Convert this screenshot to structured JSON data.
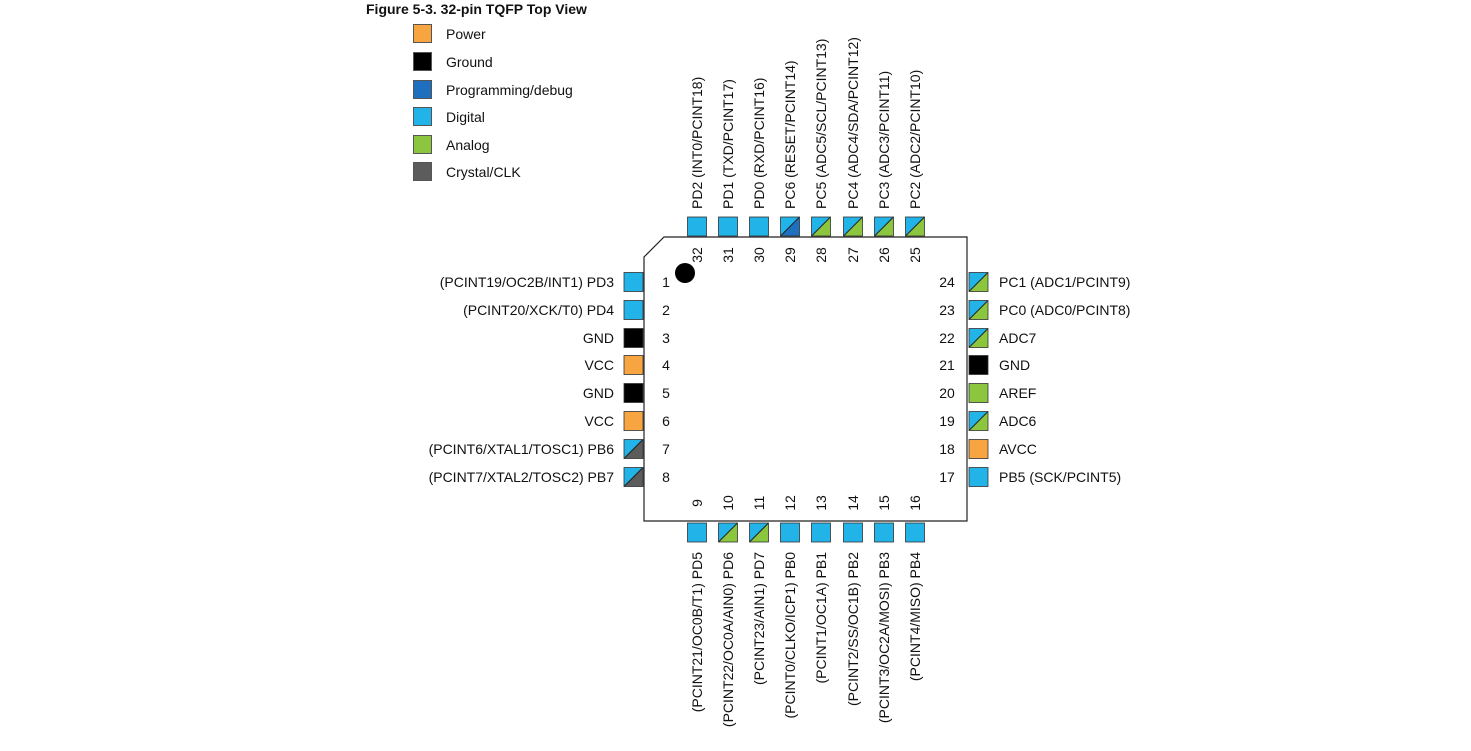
{
  "figure": {
    "title": "Figure 5-3. 32-pin TQFP Top View"
  },
  "legend": [
    {
      "label": "Power",
      "color": "#F7A541"
    },
    {
      "label": "Ground",
      "color": "#000000"
    },
    {
      "label": "Programming/debug",
      "color": "#1F6FBF"
    },
    {
      "label": "Digital",
      "color": "#22B4E8"
    },
    {
      "label": "Analog",
      "color": "#8CC63F"
    },
    {
      "label": "Crystal/CLK",
      "color": "#5C5C5C"
    }
  ],
  "colors": {
    "power": "#F7A541",
    "ground": "#000000",
    "programming": "#1F6FBF",
    "digital": "#22B4E8",
    "analog": "#8CC63F",
    "crystal": "#5C5C5C"
  },
  "pins": {
    "left": [
      {
        "number": "1",
        "label": "(PCINT19/OC2B/INT1) PD3",
        "fill": [
          "digital"
        ]
      },
      {
        "number": "2",
        "label": "(PCINT20/XCK/T0) PD4",
        "fill": [
          "digital"
        ]
      },
      {
        "number": "3",
        "label": "GND",
        "fill": [
          "ground"
        ]
      },
      {
        "number": "4",
        "label": "VCC",
        "fill": [
          "power"
        ]
      },
      {
        "number": "5",
        "label": "GND",
        "fill": [
          "ground"
        ]
      },
      {
        "number": "6",
        "label": "VCC",
        "fill": [
          "power"
        ]
      },
      {
        "number": "7",
        "label": "(PCINT6/XTAL1/TOSC1) PB6",
        "fill": [
          "digital",
          "crystal"
        ]
      },
      {
        "number": "8",
        "label": "(PCINT7/XTAL2/TOSC2) PB7",
        "fill": [
          "digital",
          "crystal"
        ]
      }
    ],
    "bottom": [
      {
        "number": "9",
        "label": "(PCINT21/OC0B/T1) PD5",
        "fill": [
          "digital"
        ]
      },
      {
        "number": "10",
        "label": "(PCINT22/OC0A/AIN0) PD6",
        "fill": [
          "digital",
          "analog"
        ]
      },
      {
        "number": "11",
        "label": "(PCINT23/AIN1) PD7",
        "fill": [
          "digital",
          "analog"
        ]
      },
      {
        "number": "12",
        "label": "(PCINT0/CLKO/ICP1) PB0",
        "fill": [
          "digital"
        ]
      },
      {
        "number": "13",
        "label": "(PCINT1/OC1A) PB1",
        "fill": [
          "digital"
        ]
      },
      {
        "number": "14",
        "label": "(PCINT2/SS/OC1B) PB2",
        "fill": [
          "digital"
        ]
      },
      {
        "number": "15",
        "label": "(PCINT3/OC2A/MOSI) PB3",
        "fill": [
          "digital"
        ]
      },
      {
        "number": "16",
        "label": "(PCINT4/MISO) PB4",
        "fill": [
          "digital"
        ]
      }
    ],
    "right": [
      {
        "number": "17",
        "label": "PB5 (SCK/PCINT5)",
        "fill": [
          "digital"
        ]
      },
      {
        "number": "18",
        "label": "AVCC",
        "fill": [
          "power"
        ]
      },
      {
        "number": "19",
        "label": "ADC6",
        "fill": [
          "digital",
          "analog"
        ]
      },
      {
        "number": "20",
        "label": "AREF",
        "fill": [
          "analog"
        ]
      },
      {
        "number": "21",
        "label": "GND",
        "fill": [
          "ground"
        ]
      },
      {
        "number": "22",
        "label": "ADC7",
        "fill": [
          "digital",
          "analog"
        ]
      },
      {
        "number": "23",
        "label": "PC0 (ADC0/PCINT8)",
        "fill": [
          "digital",
          "analog"
        ]
      },
      {
        "number": "24",
        "label": "PC1 (ADC1/PCINT9)",
        "fill": [
          "digital",
          "analog"
        ]
      }
    ],
    "top": [
      {
        "number": "25",
        "label": "PC2 (ADC2/PCINT10)",
        "fill": [
          "digital",
          "analog"
        ]
      },
      {
        "number": "26",
        "label": "PC3 (ADC3/PCINT11)",
        "fill": [
          "digital",
          "analog"
        ]
      },
      {
        "number": "27",
        "label": "PC4 (ADC4/SDA/PCINT12)",
        "fill": [
          "digital",
          "analog"
        ]
      },
      {
        "number": "28",
        "label": "PC5 (ADC5/SCL/PCINT13)",
        "fill": [
          "digital",
          "analog"
        ]
      },
      {
        "number": "29",
        "label": "PC6 (RESET/PCINT14)",
        "fill": [
          "digital",
          "programming"
        ]
      },
      {
        "number": "30",
        "label": "PD0 (RXD/PCINT16)",
        "fill": [
          "digital"
        ]
      },
      {
        "number": "31",
        "label": "PD1 (TXD/PCINT17)",
        "fill": [
          "digital"
        ]
      },
      {
        "number": "32",
        "label": "PD2 (INT0/PCINT18)",
        "fill": [
          "digital"
        ]
      }
    ]
  }
}
